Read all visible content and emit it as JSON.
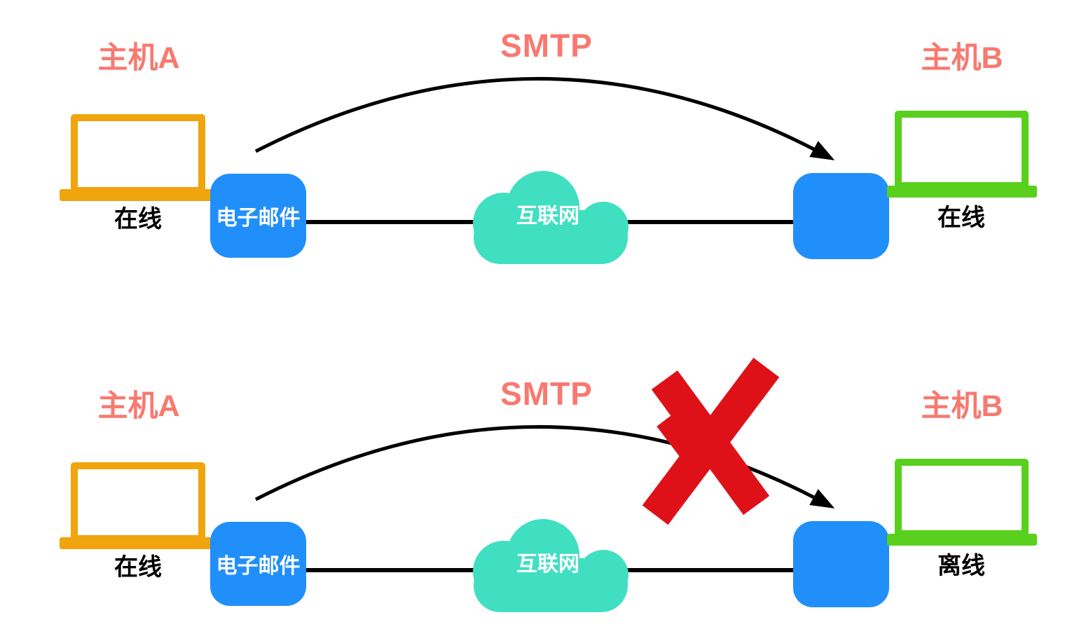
{
  "colors": {
    "coral": "#F8796F",
    "orange": "#F0A40D",
    "green": "#58D01D",
    "blue": "#218FFA",
    "teal": "#40DFC1",
    "red": "#DF1118",
    "ink": "#000000"
  },
  "panels": [
    {
      "name": "both-hosts-online",
      "protocol_label": "SMTP",
      "host_a_label": "主机A",
      "host_a_status": "在线",
      "email_label": "电子邮件",
      "internet_label": "互联网",
      "host_b_label": "主机B",
      "host_b_status": "在线",
      "blocked": false
    },
    {
      "name": "host-b-offline",
      "protocol_label": "SMTP",
      "host_a_label": "主机A",
      "host_a_status": "在线",
      "email_label": "电子邮件",
      "internet_label": "互联网",
      "host_b_label": "主机B",
      "host_b_status": "离线",
      "blocked": true
    }
  ]
}
